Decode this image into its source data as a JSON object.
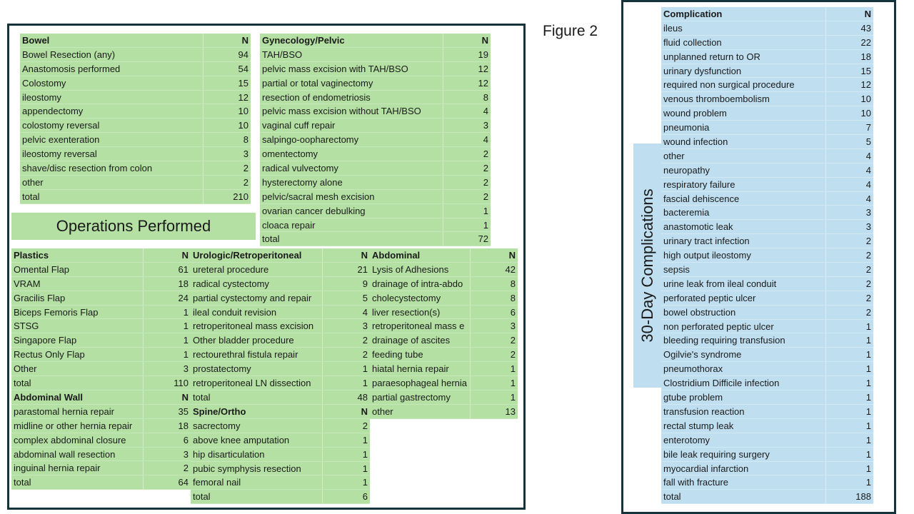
{
  "figure_label": "Figure 2",
  "banner_title": "Operations Performed",
  "complications_title": "30-Day Complications",
  "tables": {
    "bowel": {
      "header": [
        "Bowel",
        "N"
      ],
      "rows": [
        [
          "Bowel Resection (any)",
          "94"
        ],
        [
          "Anastomosis performed",
          "54"
        ],
        [
          "Colostomy",
          "15"
        ],
        [
          "ileostomy",
          "12"
        ],
        [
          "appendectomy",
          "10"
        ],
        [
          "colostomy reversal",
          "10"
        ],
        [
          "pelvic exenteration",
          "8"
        ],
        [
          "ileostomy reversal",
          "3"
        ],
        [
          "shave/disc resection from colon",
          "2"
        ],
        [
          "other",
          "2"
        ],
        [
          "total",
          "210"
        ]
      ]
    },
    "gyn": {
      "header": [
        "Gynecology/Pelvic",
        "N"
      ],
      "rows": [
        [
          "TAH/BSO",
          "19"
        ],
        [
          "pelvic mass excision with TAH/BSO",
          "12"
        ],
        [
          "partial or total vaginectomy",
          "12"
        ],
        [
          "resection of endometriosis",
          "8"
        ],
        [
          "pelvic mass excision without TAH/BSO",
          "4"
        ],
        [
          "vaginal cuff repair",
          "3"
        ],
        [
          "salpingo-oopharectomy",
          "4"
        ],
        [
          "omentectomy",
          "2"
        ],
        [
          "radical vulvectomy",
          "2"
        ],
        [
          "hysterectomy alone",
          "2"
        ],
        [
          "pelvic/sacral mesh excision",
          "2"
        ],
        [
          "ovarian cancer debulking",
          "1"
        ],
        [
          "cloaca repair",
          "1"
        ],
        [
          "total",
          "72"
        ]
      ]
    },
    "plastics": {
      "header": [
        "Plastics",
        "N"
      ],
      "rows": [
        [
          "Omental Flap",
          "61"
        ],
        [
          "VRAM",
          "18"
        ],
        [
          "Gracilis Flap",
          "24"
        ],
        [
          "Biceps Femoris Flap",
          "1"
        ],
        [
          "STSG",
          "1"
        ],
        [
          "Singapore Flap",
          "1"
        ],
        [
          "Rectus Only Flap",
          "1"
        ],
        [
          "Other",
          "3"
        ],
        [
          "total",
          "110"
        ]
      ]
    },
    "abdominal_wall": {
      "header": [
        "Abdominal Wall",
        "N"
      ],
      "rows": [
        [
          "parastomal hernia repair",
          "35"
        ],
        [
          "midline or other hernia repair",
          "18"
        ],
        [
          "complex abdominal closure",
          "6"
        ],
        [
          "abdominal wall resection",
          "3"
        ],
        [
          "inguinal hernia repair",
          "2"
        ],
        [
          "total",
          "64"
        ]
      ]
    },
    "urologic": {
      "header": [
        "Urologic/Retroperitoneal",
        "N"
      ],
      "rows": [
        [
          "ureteral procedure",
          "21"
        ],
        [
          "radical cystectomy",
          "9"
        ],
        [
          "partial cystectomy and repair",
          "5"
        ],
        [
          "ileal conduit revision",
          "4"
        ],
        [
          "retroperitoneal mass excision",
          "3"
        ],
        [
          "Other bladder procedure",
          "2"
        ],
        [
          "rectourethral fistula repair",
          "2"
        ],
        [
          "prostatectomy",
          "1"
        ],
        [
          "retroperitoneal LN dissection",
          "1"
        ],
        [
          "total",
          "48"
        ]
      ]
    },
    "spine": {
      "header": [
        "Spine/Ortho",
        "N"
      ],
      "rows": [
        [
          "sacrectomy",
          "2"
        ],
        [
          "above knee amputation",
          "1"
        ],
        [
          "hip disarticulation",
          "1"
        ],
        [
          "pubic symphysis resection",
          "1"
        ],
        [
          "femoral nail",
          "1"
        ],
        [
          "total",
          "6"
        ]
      ]
    },
    "abdominal": {
      "header": [
        "Abdominal",
        "N"
      ],
      "rows": [
        [
          "Lysis of Adhesions",
          "42"
        ],
        [
          "drainage of intra-abdo",
          "8"
        ],
        [
          "cholecystectomy",
          "8"
        ],
        [
          "liver resection(s)",
          "6"
        ],
        [
          "retroperitoneal mass e",
          "3"
        ],
        [
          "drainage of ascites",
          "2"
        ],
        [
          "feeding tube",
          "2"
        ],
        [
          "hiatal hernia repair",
          "1"
        ],
        [
          "paraesophageal hernia",
          "1"
        ],
        [
          "partial gastrectomy",
          "1"
        ],
        [
          "other",
          "13"
        ]
      ]
    },
    "complications": {
      "header": [
        "Complication",
        "N"
      ],
      "rows": [
        [
          "ileus",
          "43"
        ],
        [
          "fluid collection",
          "22"
        ],
        [
          "unplanned return to OR",
          "18"
        ],
        [
          "urinary dysfunction",
          "15"
        ],
        [
          "required non surgical procedure",
          "12"
        ],
        [
          "venous thromboembolism",
          "10"
        ],
        [
          "wound problem",
          "10"
        ],
        [
          "pneumonia",
          "7"
        ],
        [
          "wound infection",
          "5"
        ],
        [
          "other",
          "4"
        ],
        [
          "neuropathy",
          "4"
        ],
        [
          "respiratory failure",
          "4"
        ],
        [
          "fascial dehiscence",
          "4"
        ],
        [
          "bacteremia",
          "3"
        ],
        [
          "anastomotic leak",
          "3"
        ],
        [
          "urinary tract infection",
          "2"
        ],
        [
          "high output ileostomy",
          "2"
        ],
        [
          "sepsis",
          "2"
        ],
        [
          "urine leak from ileal conduit",
          "2"
        ],
        [
          "perforated peptic ulcer",
          "2"
        ],
        [
          "bowel obstruction",
          "2"
        ],
        [
          "non perforated peptic ulcer",
          "1"
        ],
        [
          "bleeding requiring transfusion",
          "1"
        ],
        [
          "Ogilvie's syndrome",
          "1"
        ],
        [
          "pneumothorax",
          "1"
        ],
        [
          "Clostridium Difficile infection",
          "1"
        ],
        [
          "gtube problem",
          "1"
        ],
        [
          "transfusion reaction",
          "1"
        ],
        [
          "rectal stump leak",
          "1"
        ],
        [
          "enterotomy",
          "1"
        ],
        [
          "bile leak requiring surgery",
          "1"
        ],
        [
          "myocardial infarction",
          "1"
        ],
        [
          "fall with fracture",
          "1"
        ],
        [
          "total",
          "188"
        ]
      ]
    }
  }
}
